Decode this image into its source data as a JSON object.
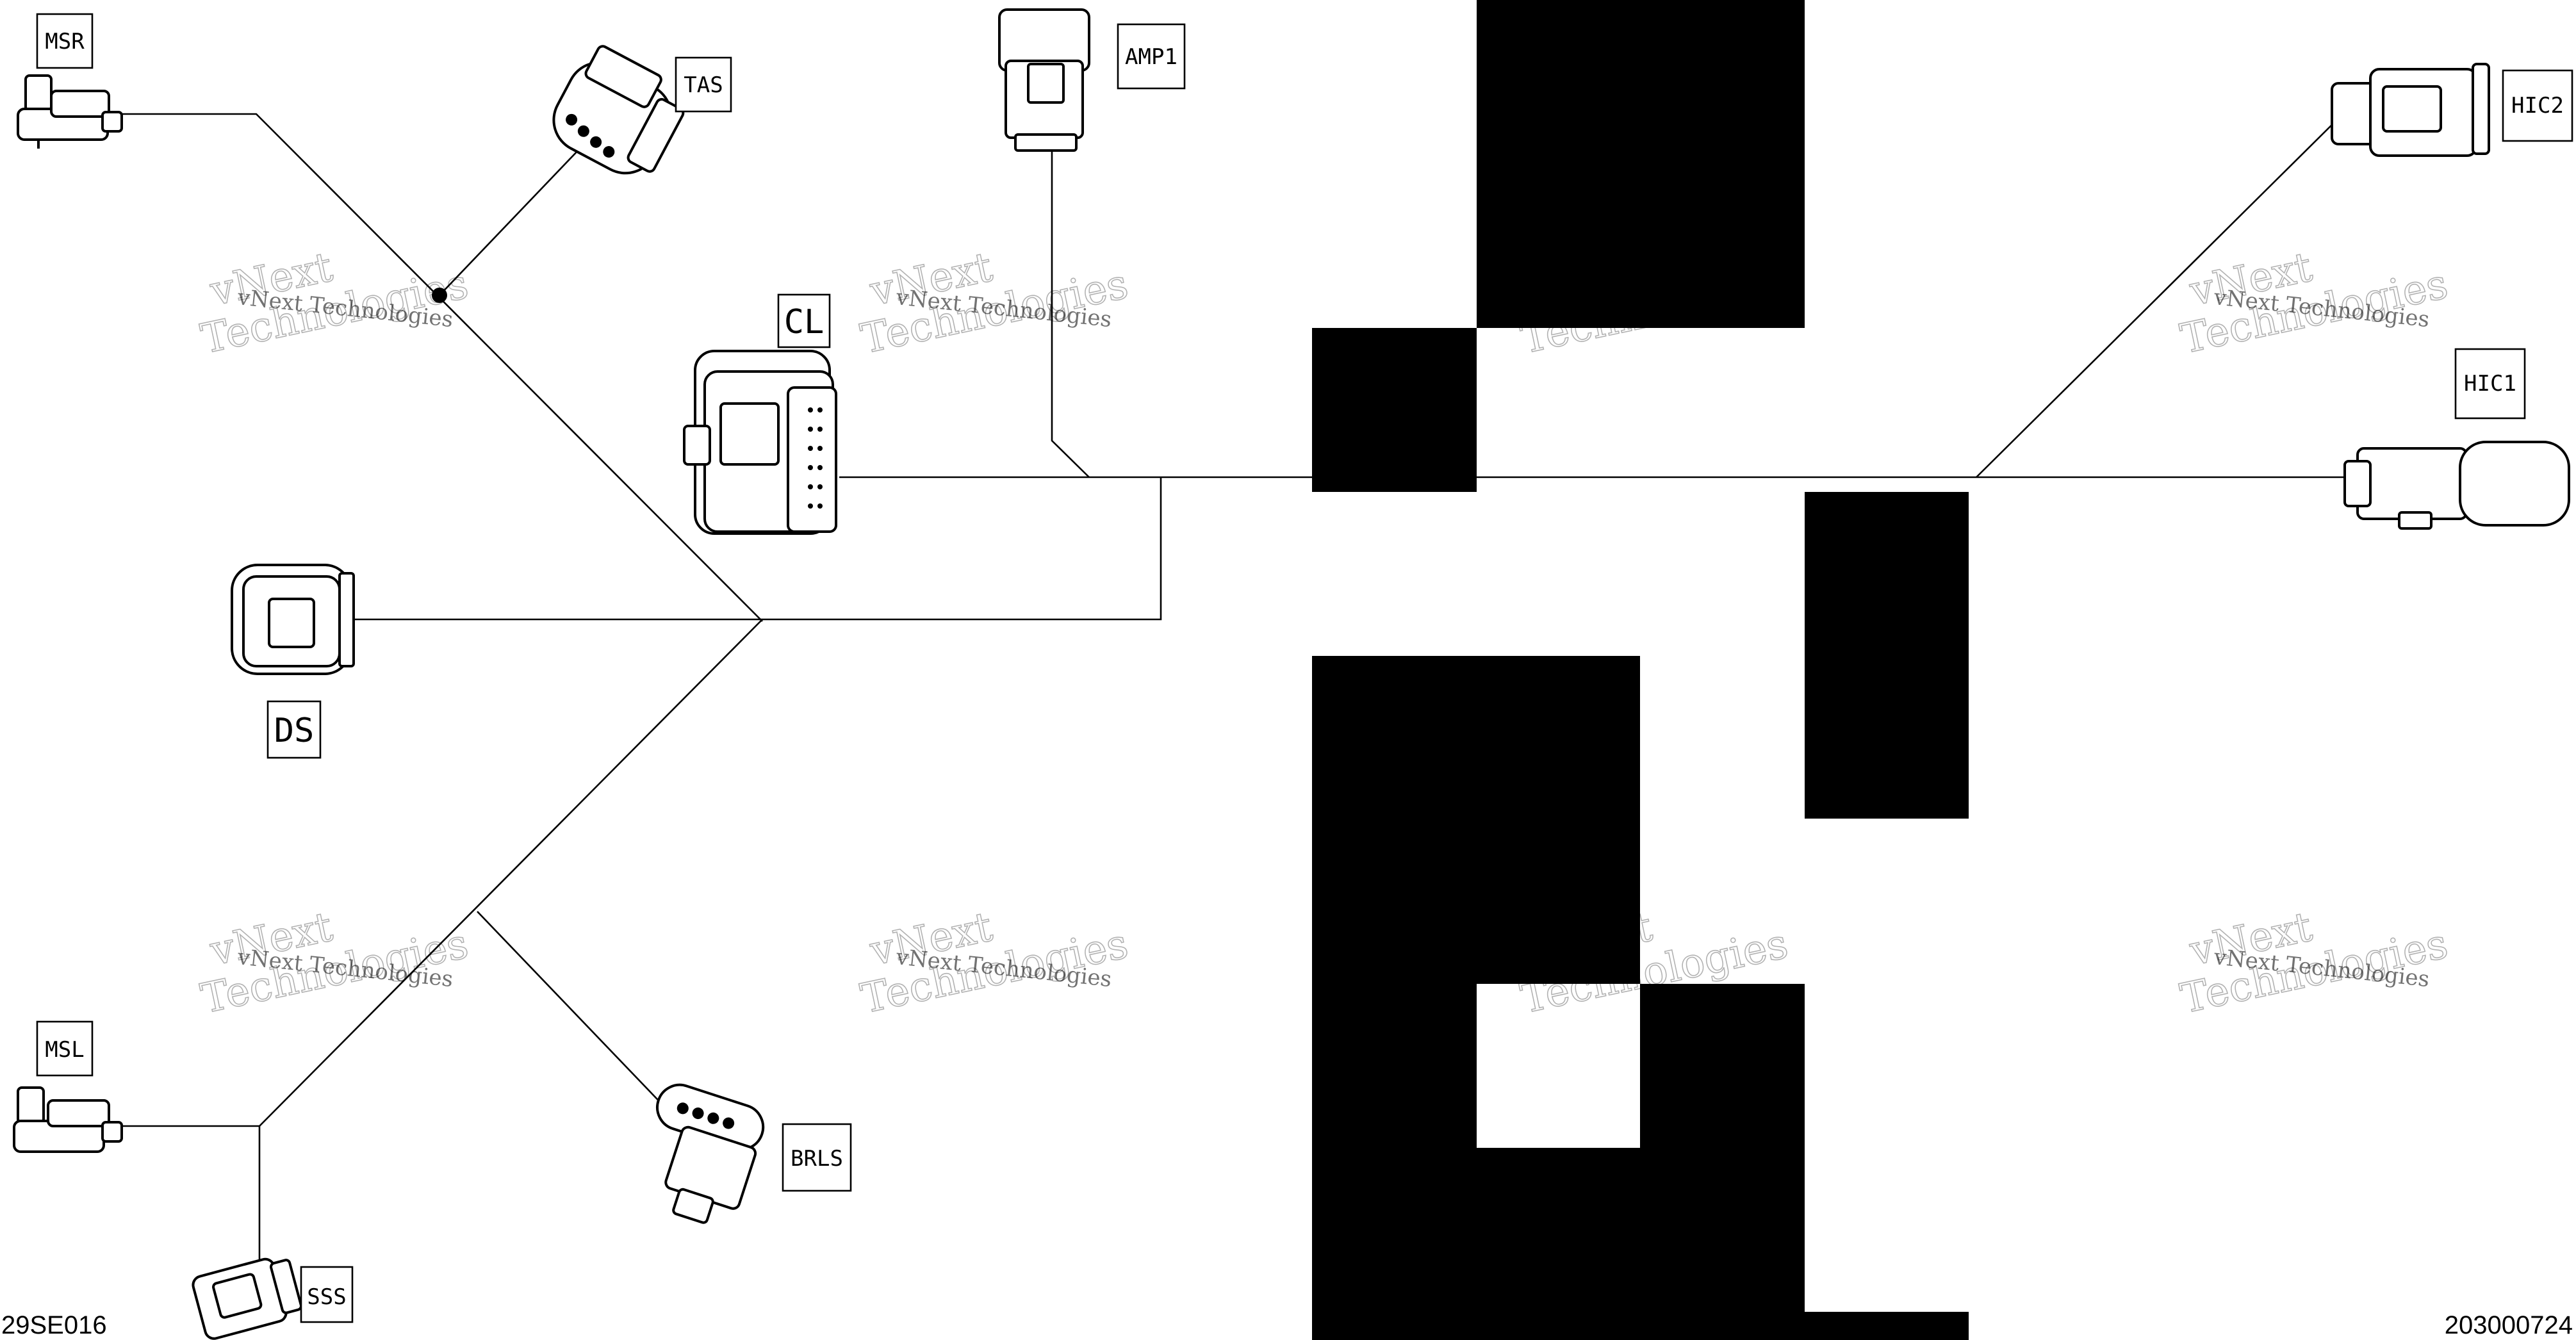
{
  "diagram": {
    "connectors": [
      {
        "id": "MSR",
        "label": "MSR"
      },
      {
        "id": "TAS",
        "label": "TAS"
      },
      {
        "id": "AMP1",
        "label": "AMP1"
      },
      {
        "id": "CL",
        "label": "CL"
      },
      {
        "id": "DS",
        "label": "DS"
      },
      {
        "id": "HIC2",
        "label": "HIC2"
      },
      {
        "id": "HIC1",
        "label": "HIC1"
      },
      {
        "id": "MSL",
        "label": "MSL"
      },
      {
        "id": "BRLS",
        "label": "BRLS"
      },
      {
        "id": "SSS",
        "label": "SSS"
      }
    ],
    "watermark": {
      "line1": "vNext Technologies",
      "line2": "vNext",
      "line3": "Technologies"
    },
    "ref_left": "29SE016",
    "ref_right": "203000724"
  }
}
